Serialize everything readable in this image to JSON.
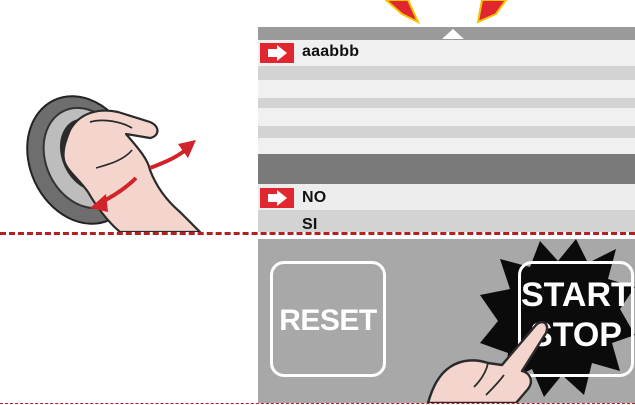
{
  "display": {
    "rows": [
      {
        "label": "aaabbb",
        "selected": true
      },
      {
        "label": "NO",
        "selected": true
      },
      {
        "label": "SI",
        "selected": false
      }
    ],
    "scroll_up_icon": "triangle-up-icon"
  },
  "buttons": {
    "reset_label": "RESET",
    "start_label": "START",
    "stop_label": "STOP"
  },
  "colors": {
    "arrow_badge": "#e2262f",
    "separator": "#b32020",
    "button_panel": "#a8a8a8",
    "start_stop_burst": "#0b0b0b"
  }
}
